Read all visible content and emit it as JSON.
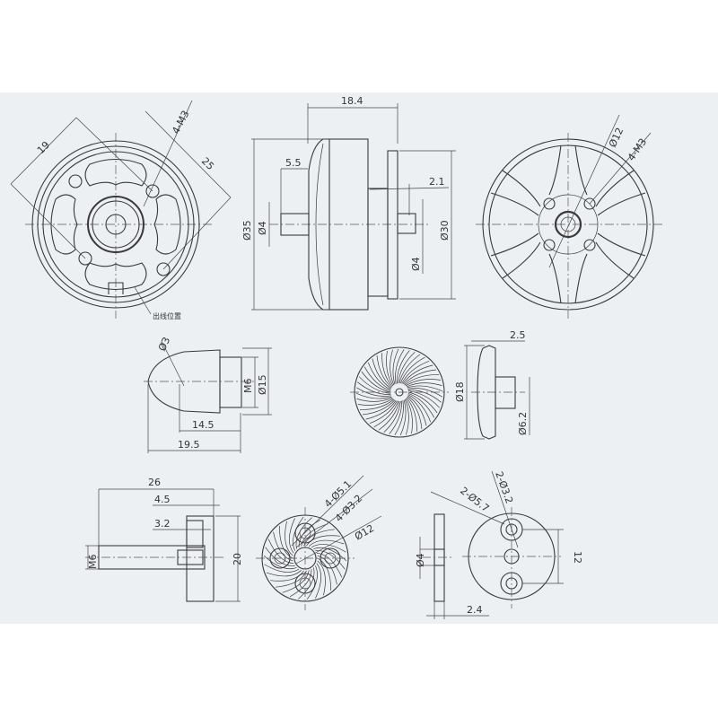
{
  "background_color": "#edf0f3",
  "line_color": "#3a3a3a",
  "top_row": {
    "front_view": {
      "dim_pitch": "19",
      "dim_holes": "4-M3",
      "dim_pitch2": "25",
      "wire_exit_note": "出线位置"
    },
    "side_view": {
      "dim_length": "18.4",
      "dim_shaft_len": "5.5",
      "dim_diameter": "Ø35",
      "dim_shaft_left": "Ø4",
      "dim_offset": "2.1",
      "dim_base": "Ø30",
      "dim_shaft_right": "Ø4"
    },
    "back_view": {
      "dim_circle": "Ø12",
      "dim_holes": "4-M3"
    }
  },
  "middle_row": {
    "nut": {
      "dim_tip": "Ø3",
      "dim_thread": "M6",
      "dim_diameter": "Ø15",
      "dim_len1": "14.5",
      "dim_len2": "19.5"
    },
    "washer_side": {
      "dim_diameter": "Ø18",
      "dim_thick": "2.5",
      "dim_hub": "Ø6.2"
    }
  },
  "bottom_row": {
    "adapter": {
      "dim_total": "26",
      "dim_a": "4.5",
      "dim_b": "3.2",
      "dim_height": "20",
      "dim_thread": "M6"
    },
    "disk": {
      "dim_holes_outer": "4-Ø5.1",
      "dim_holes_inner": "4-Ø3.2",
      "dim_circle": "Ø12"
    },
    "plate_side": {
      "dim_bore": "Ø4",
      "dim_thick": "2.4"
    },
    "plate_front": {
      "dim_holes_outer": "2-Ø5.7",
      "dim_holes_inner": "2-Ø3.2",
      "dim_spacing": "12"
    }
  }
}
